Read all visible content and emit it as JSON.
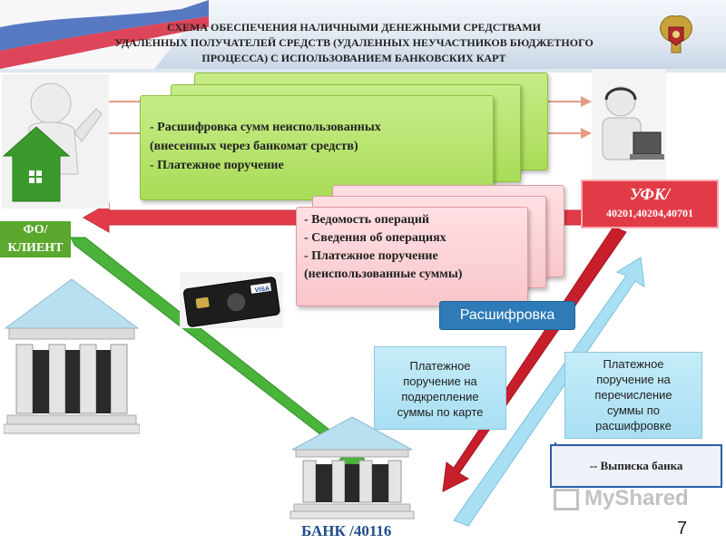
{
  "header": {
    "title_lines": [
      "СХЕМА ОБЕСПЕЧЕНИЯ НАЛИЧНЫМИ ДЕНЕЖНЫМИ СРЕДСТВАМИ",
      "УДАЛЕННЫХ ПОЛУЧАТЕЛЕЙ СРЕДСТВ (УДАЛЕННЫХ НЕУЧАСТНИКОВ БЮДЖЕТНОГО",
      "ПРОЦЕССА) С ИСПОЛЬЗОВАНИЕМ  БАНКОВСКИХ КАРТ"
    ],
    "emblem_icon": "treasury-emblem-icon"
  },
  "green_card": {
    "lines": [
      "- Расшифровка  сумм неиспользованных",
      "(внесенных  через банкомат средств)",
      "- Платежное  поручение"
    ]
  },
  "pink_card": {
    "lines": [
      "- Ведомость операций",
      "- Сведения об операциях",
      "-  Платежное поручение",
      "(неиспользованные суммы)"
    ]
  },
  "fo_label": {
    "lines": [
      "ФО/",
      "КЛИЕНТ"
    ]
  },
  "ufk": {
    "title": "УФК/",
    "accounts": "40201,40204,40701"
  },
  "decode_label": "Расшифровка",
  "box_card_payment": {
    "lines": [
      "Платежное",
      "поручение на",
      "подкрепление",
      "суммы по карте"
    ]
  },
  "box_transfer": {
    "lines": [
      "Платежное",
      "поручение на",
      "перечисление",
      "суммы по",
      "расшифровке"
    ]
  },
  "statement": "-- Выписка банка",
  "bank_label": "БАНК /40116",
  "page_number": "7",
  "watermark": "MyShared",
  "colors": {
    "green": "#a9dc57",
    "pink": "#f8c6cb",
    "red_arrow": "#e23b48",
    "blue_arrow": "#a9dff3",
    "ufk_bg": "#e23b48",
    "decode_bg": "#2e7bb7"
  }
}
